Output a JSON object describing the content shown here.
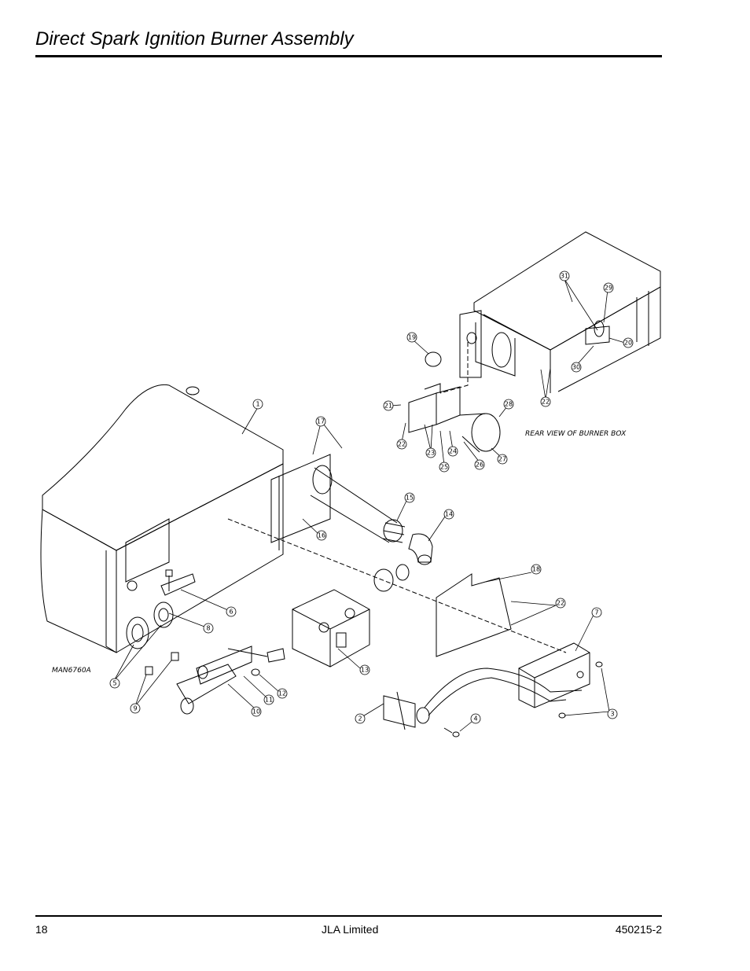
{
  "header": {
    "title": "Direct Spark Ignition Burner Assembly"
  },
  "footer": {
    "page_number": "18",
    "company": "JLA Limited",
    "document_number": "450215-2"
  },
  "diagram": {
    "note": "REAR VIEW OF BURNER BOX",
    "drawing_id": "MAN6760A",
    "callouts": [
      "1",
      "2",
      "3",
      "4",
      "5",
      "6",
      "7",
      "8",
      "9",
      "10",
      "11",
      "12",
      "13",
      "14",
      "15",
      "16",
      "17",
      "18",
      "19",
      "20",
      "21",
      "22",
      "22",
      "22",
      "23",
      "24",
      "25",
      "26",
      "27",
      "28",
      "29",
      "30",
      "31"
    ]
  }
}
